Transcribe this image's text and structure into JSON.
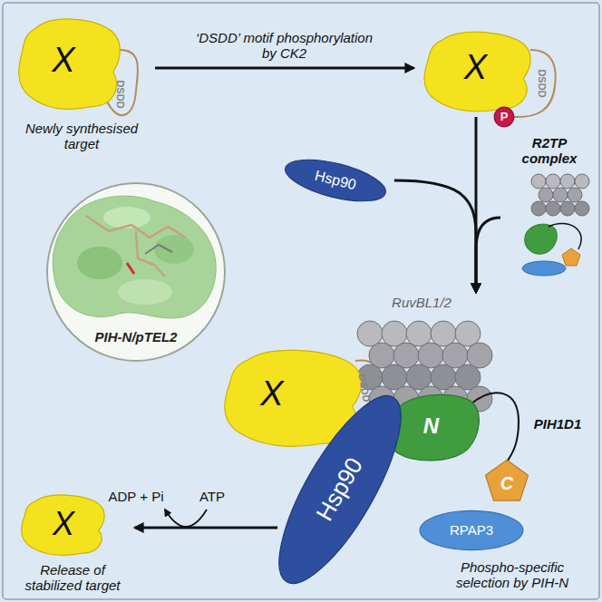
{
  "diagram": {
    "nodes": [
      {
        "text": [
          "X",
          "Newly synthesised target"
        ]
      },
      {
        "text": [
          "X"
        ]
      },
      {
        "text": [
          "P"
        ]
      },
      {
        "text": [
          "Hsp90"
        ]
      },
      {
        "text": [
          "R2TP complex"
        ]
      },
      {
        "text": [
          "RuvBL1/2"
        ]
      },
      {
        "text": [
          "X"
        ]
      },
      {
        "text": [
          "P"
        ]
      },
      {
        "text": [
          "N"
        ]
      },
      {
        "text": [
          "C"
        ]
      },
      {
        "text": [
          "Hsp90"
        ]
      },
      {
        "text": [
          "RPAP3"
        ]
      },
      {
        "text": [
          "X",
          "Release of stabilized target"
        ]
      },
      {
        "text": [
          "PIH-N/pTEL2"
        ]
      }
    ],
    "edges": [
      {
        "from": 0,
        "to": 1,
        "arrow": "to",
        "label": "‘DSDD’ motif phosphorylation by CK2"
      },
      {
        "from": 1,
        "to": 5,
        "arrow": "to"
      },
      {
        "from": 3,
        "to": 5,
        "arrow": "to"
      },
      {
        "from": 4,
        "to": 5,
        "arrow": "to"
      },
      {
        "from": 10,
        "to": 12,
        "arrow": "to"
      }
    ],
    "labels": [
      "DSDD",
      "DSDD",
      "DSDD",
      "PIH1D1",
      "ATP",
      "ADP + Pi",
      "Phospho-specific selection by PIH-N"
    ]
  }
}
